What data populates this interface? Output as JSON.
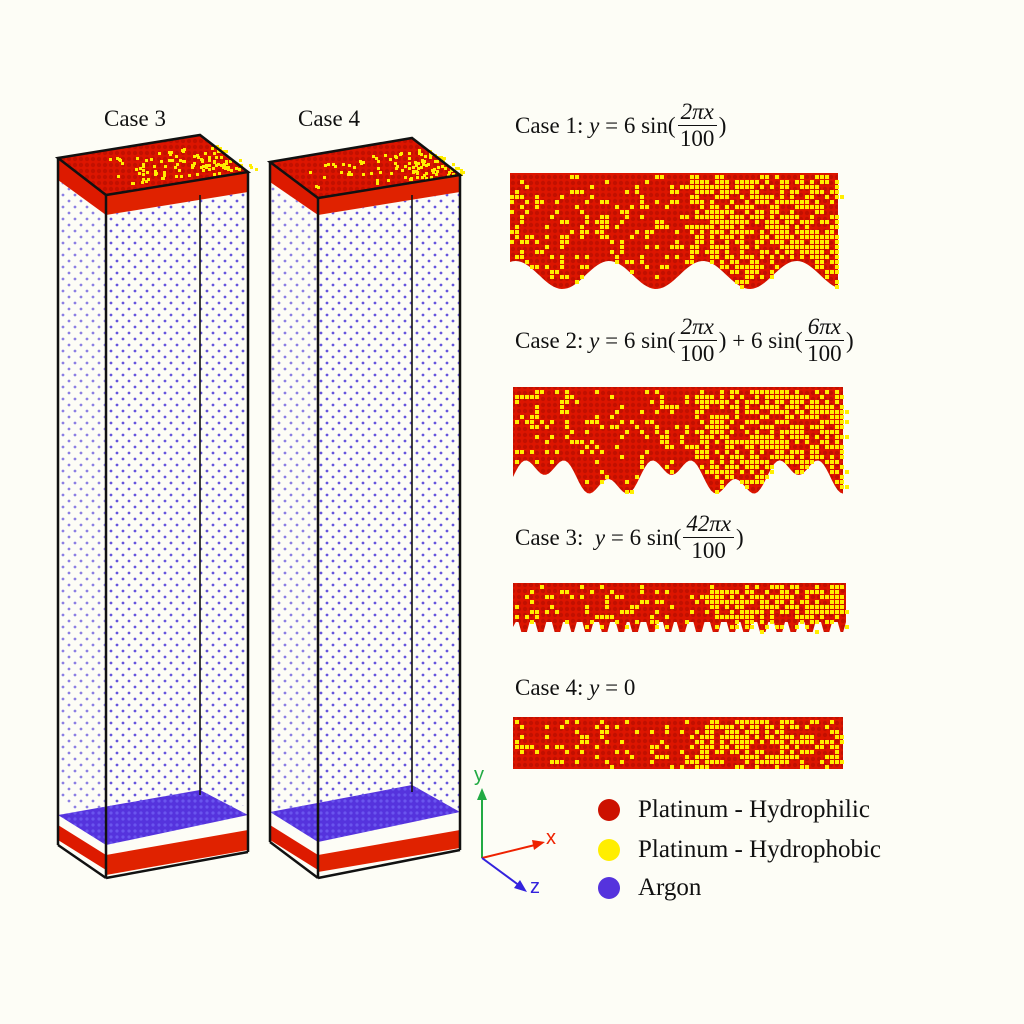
{
  "left_panels": [
    {
      "label": "Case 3"
    },
    {
      "label": "Case 4"
    }
  ],
  "cases": [
    {
      "label": "Case 1:",
      "lhs": "y",
      "equals": "=",
      "coef": "6",
      "fn": "sin(",
      "num": "2πx",
      "den": "100",
      "close": ")"
    },
    {
      "label": "Case 2:",
      "lhs": "y",
      "equals": "=",
      "coef": "6",
      "fn": "sin(",
      "num": "2πx",
      "den": "100",
      "close": ")",
      "plus": "+",
      "coef2": "6",
      "fn2": "sin(",
      "num2": "6πx",
      "den2": "100",
      "close2": ")"
    },
    {
      "label": "Case 3:",
      "lhs": "y",
      "equals": "=",
      "coef": "6",
      "fn": "sin(",
      "num": "42πx",
      "den": "100",
      "close": ")"
    },
    {
      "label": "Case 4:",
      "lhs": "y",
      "equals": "=",
      "value": "0"
    }
  ],
  "axes": {
    "y": "y",
    "x": "x",
    "z": "z"
  },
  "legend": [
    {
      "label": "Platinum - Hydrophilic",
      "color": "#cc1100"
    },
    {
      "label": "Platinum - Hydrophobic",
      "color": "#ffee00"
    },
    {
      "label": "Argon",
      "color": "#5533dd"
    }
  ],
  "colors": {
    "background": "#fdfdf6",
    "argon_atoms": "#6655dd",
    "box_edge": "#111111",
    "axis_y": "#22aa44",
    "axis_x": "#ee2200",
    "axis_z": "#3322dd"
  }
}
